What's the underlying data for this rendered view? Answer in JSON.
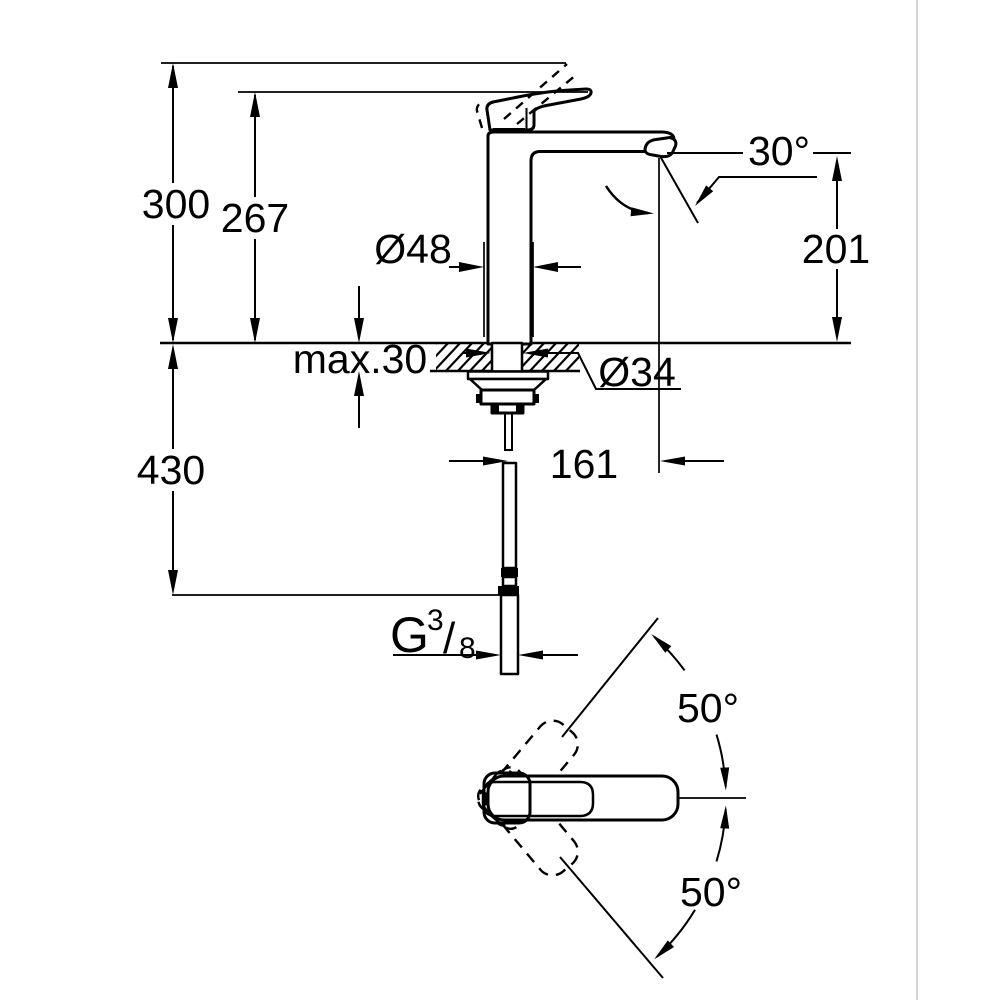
{
  "labels": {
    "overall_height": "300",
    "lever_tip_height": "267",
    "body_diameter": "Ø48",
    "spray_angle": "30°",
    "spout_height": "201",
    "max_mounting_thickness": "max.30",
    "hole_diameter": "Ø34",
    "below_counter_length": "430",
    "spout_reach": "161",
    "thread": {
      "prefix": "G",
      "numerator": "3",
      "slash": "/",
      "denominator": "8"
    },
    "swivel_angle_upper": "50°",
    "swivel_angle_lower": "50°"
  },
  "colors": {
    "line": "#000000",
    "background": "#ffffff",
    "divider": "#c8c8c8"
  }
}
